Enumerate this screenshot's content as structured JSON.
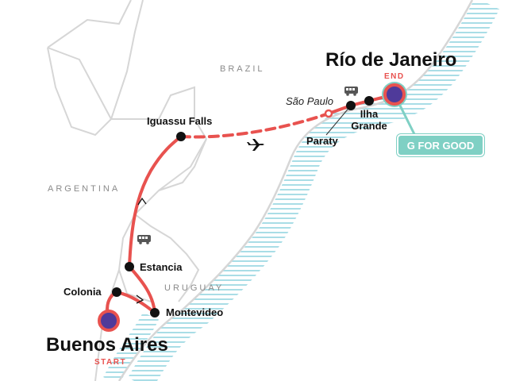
{
  "regions": {
    "brazil": "BRAZIL",
    "argentina": "ARGENTINA",
    "uruguay": "URUGUAY"
  },
  "places": {
    "start_city": "Buenos Aires",
    "start_tag": "START",
    "end_city": "Río de Janeiro",
    "end_tag": "END",
    "colonia": "Colonia",
    "montevideo": "Montevideo",
    "estancia": "Estancia",
    "iguassu": "Iguassu Falls",
    "sao_paulo": "São Paulo",
    "paraty": "Paraty",
    "ilha_grande": "Ilha Grande"
  },
  "badge": "G FOR GOOD",
  "icons": [
    "bus-icon",
    "bus-icon",
    "plane-icon"
  ],
  "colors": {
    "route": "#e8524f",
    "endpoint": "#4f3a9a",
    "badge": "#7fd0c4",
    "water": "#a9dde6",
    "land_border": "#d6d6d6"
  }
}
